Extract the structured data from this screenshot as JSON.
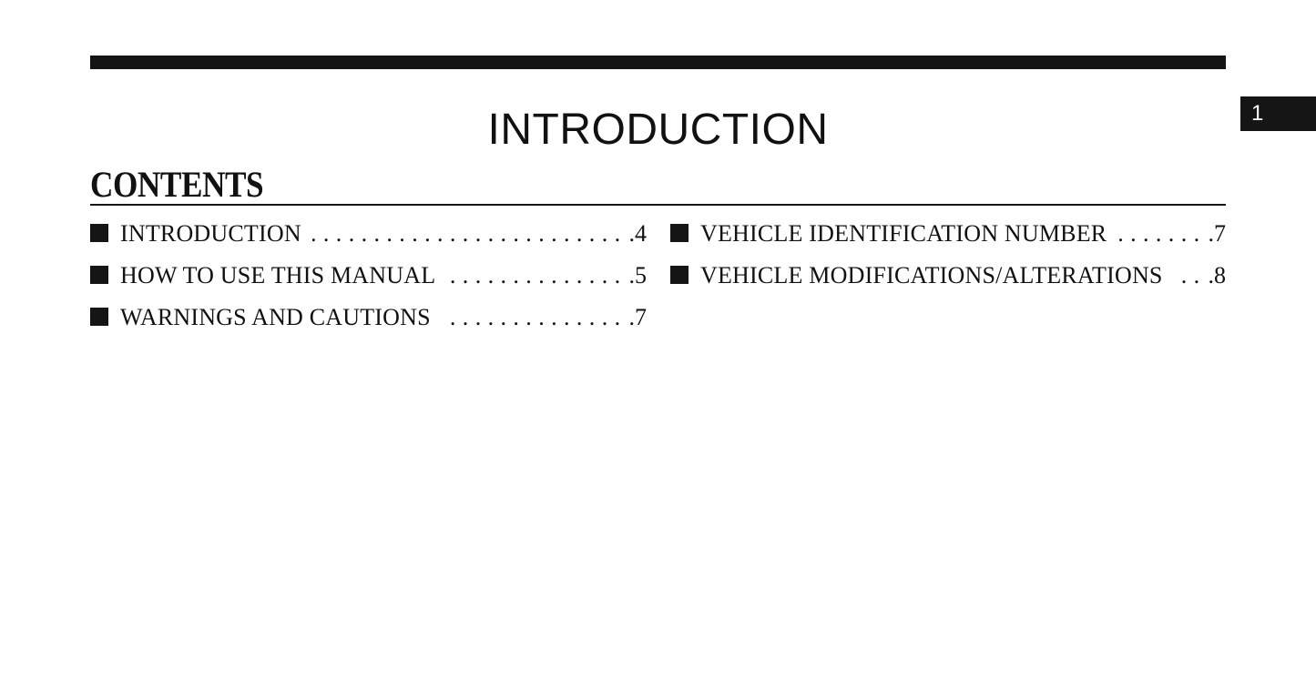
{
  "header": {
    "title": "INTRODUCTION",
    "chapter_tab": "1"
  },
  "contents": {
    "heading": "CONTENTS",
    "leader": "................................................................",
    "left_column": [
      {
        "label": "INTRODUCTION",
        "page": ".4"
      },
      {
        "label": "HOW TO USE THIS MANUAL",
        "page": ".5"
      },
      {
        "label": "WARNINGS AND CAUTIONS",
        "page": ".7"
      }
    ],
    "right_column": [
      {
        "label": "VEHICLE IDENTIFICATION NUMBER",
        "page": ".7"
      },
      {
        "label": "VEHICLE MODIFICATIONS/ALTERATIONS",
        "page": ".8"
      }
    ]
  },
  "colors": {
    "ink": "#151515",
    "background": "#ffffff"
  }
}
